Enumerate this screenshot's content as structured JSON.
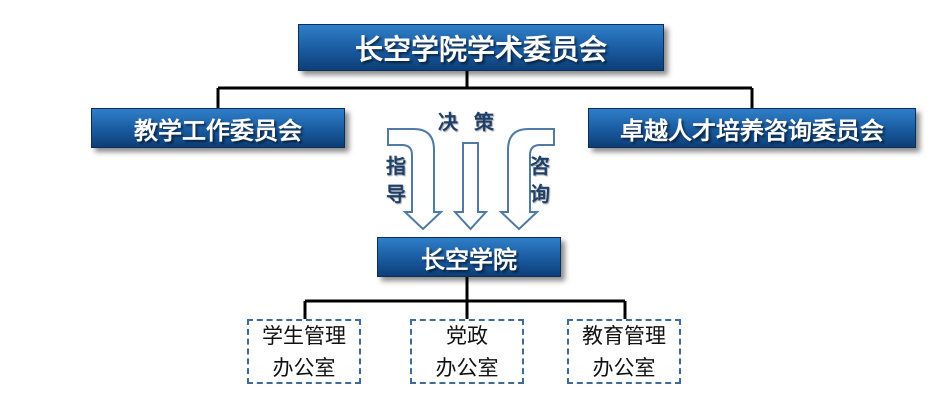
{
  "top": {
    "label": "长空学院学术委员会"
  },
  "left": {
    "label": "教学工作委员会"
  },
  "right": {
    "label": "卓越人才培养咨询委员会"
  },
  "center": {
    "label": "长空学院"
  },
  "arrows": {
    "decision": "决策",
    "guide": [
      "指",
      "导"
    ],
    "consult": [
      "咨",
      "询"
    ]
  },
  "offices": [
    {
      "line1": "学生管理",
      "line2": "办公室"
    },
    {
      "line1": "党政",
      "line2": "办公室"
    },
    {
      "line1": "教育管理",
      "line2": "办公室"
    }
  ],
  "colors": {
    "box_fill": "#1a5a9f",
    "arrow_outline": "#4f7aa5",
    "dashed_border": "#3d6c9b",
    "connector": "#000000"
  }
}
